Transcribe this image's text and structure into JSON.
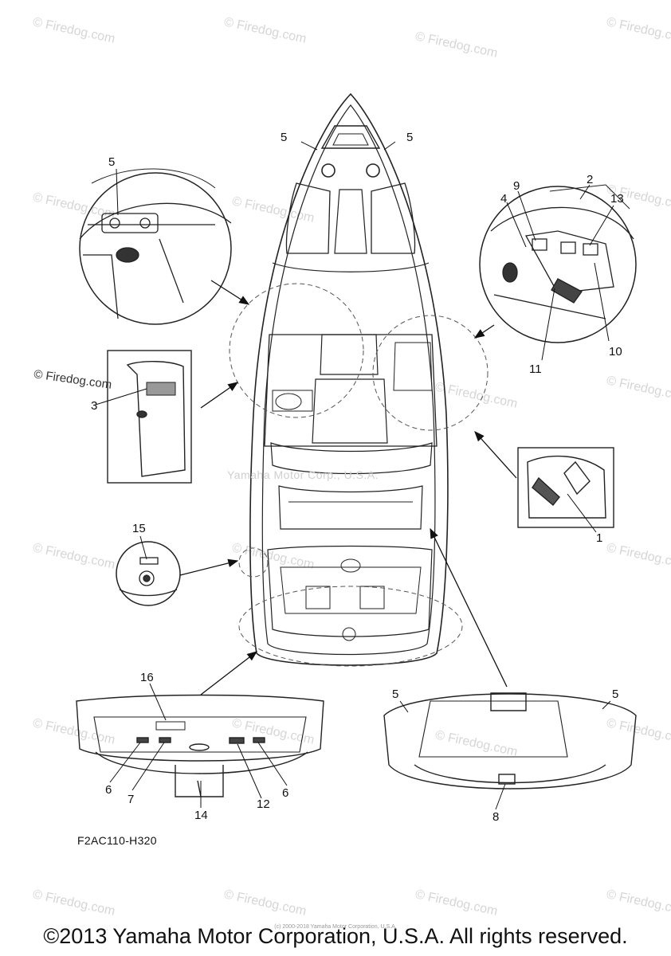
{
  "watermark": "© Firedog.com",
  "center_watermark": "Yamaha Motor Corp., U.S.A.",
  "callouts": [
    "1",
    "2",
    "3",
    "4",
    "5",
    "6",
    "7",
    "8",
    "9",
    "10",
    "11",
    "12",
    "13",
    "14",
    "15",
    "16"
  ],
  "diagram_code": "F2AC110-H320",
  "copyright": "©2013 Yamaha Motor Corporation, U.S.A. All rights reserved.",
  "tiny_line": "(c) 2000-2018 Yamaha Motor Corporation, U.S.A."
}
